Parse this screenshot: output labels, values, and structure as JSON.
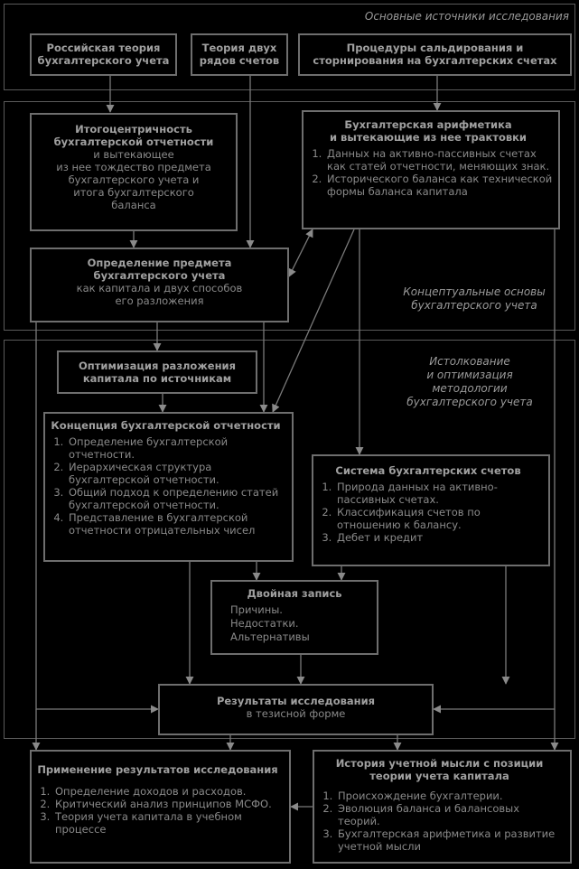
{
  "regions": {
    "sources": "Основные источники исследования",
    "conceptual": [
      "Концептуальные основы",
      "бухгалтерского учета"
    ],
    "methodology": [
      "Истолкование",
      "и оптимизация",
      "методологии",
      "бухгалтерского учета"
    ]
  },
  "boxes": {
    "russian_theory": [
      "Российская теория",
      "бухгалтерского учета"
    ],
    "two_rows": [
      "Теория двух",
      "рядов счетов"
    ],
    "procedures": [
      "Процедуры сальдирования и",
      "сторнирования на бухгалтерских счетах"
    ],
    "totality": {
      "title": [
        "Итогоцентричность",
        "бухгалтерской отчетности"
      ],
      "text": [
        "и вытекающее",
        "из нее тождество предмета",
        "бухгалтерского учета и",
        "итога бухгалтерского",
        "баланса"
      ]
    },
    "arithmetic": {
      "title": [
        "Бухгалтерская арифметика",
        "и вытекающие из нее трактовки"
      ],
      "items": [
        "Данных на активно-пассивных счетах как статей отчетности, меняющих знак.",
        "Исторического баланса как технической формы баланса капитала"
      ]
    },
    "subject": {
      "title": [
        "Определение предмета",
        "бухгалтерского учета"
      ],
      "text": [
        "как капитала и двух способов",
        "его разложения"
      ]
    },
    "optimization": [
      "Оптимизация разложения",
      "капитала по источникам"
    ],
    "reporting_concept": {
      "title": "Концепция бухгалтерской отчетности",
      "items": [
        "Определение бухгалтерской отчетности.",
        "Иерархическая структура бухгалтерской отчетности.",
        "Общий подход к определению статей бухгалтерской отчетности.",
        "Представление в бухгалтерской отчетности отрицательных чисел"
      ]
    },
    "accounts_system": {
      "title": "Система бухгалтерских счетов",
      "items": [
        "Природа данных на активно-пассивных счетах.",
        "Классификация счетов по отношению к балансу.",
        "Дебет и кредит"
      ]
    },
    "double_entry": {
      "title": "Двойная запись",
      "lines": [
        "Причины.",
        "Недостатки.",
        "Альтернативы"
      ]
    },
    "results": {
      "title": "Результаты исследования",
      "text": "в тезисной форме"
    },
    "application": {
      "title": "Применение результатов исследования",
      "items": [
        "Определение доходов и расходов.",
        "Критический анализ принципов МСФО.",
        "Теория учета капитала в учебном процессе"
      ]
    },
    "history": {
      "title": [
        "История учетной мысли с позиции",
        "теории учета капитала"
      ],
      "items": [
        "Происхождение бухгалтерии.",
        "Эволюция баланса и балансовых теорий.",
        "Бухгалтерская арифметика и развитие учетной мысли"
      ]
    }
  }
}
